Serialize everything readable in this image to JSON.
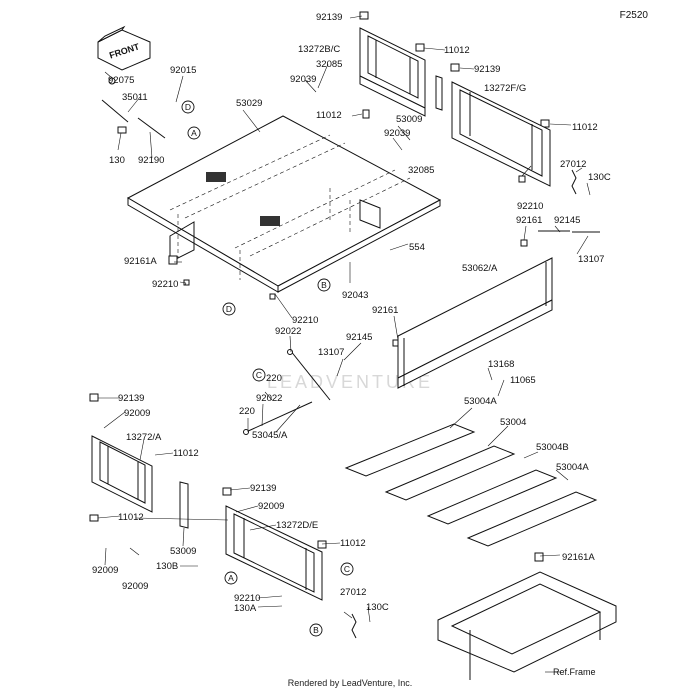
{
  "figure_id": "F2520",
  "front_marker": "FRONT",
  "watermark": "LEADVENTURE",
  "footer": "Rendered by LeadVenture, Inc.",
  "ref_frame": "Ref.Frame",
  "callouts": [
    "A",
    "B",
    "C",
    "D"
  ],
  "parts": {
    "p92075": "92075",
    "p92015": "92015",
    "p35011": "35011",
    "p130a": "130",
    "p92190": "92190",
    "p53029": "53029",
    "p92161A_a": "92161A",
    "p92210_a": "92210",
    "p92210_b": "92210",
    "p554": "554",
    "p92043": "92043",
    "p92139_a": "92139",
    "p13272BC": "13272B/C",
    "p32085_a": "32085",
    "p92039_a": "92039",
    "p11012_a": "11012",
    "p11012_b": "11012",
    "p53009_a": "53009",
    "p92039_b": "92039",
    "p32085_b": "32085",
    "p92139_b": "92139",
    "p13272FG": "13272F/G",
    "p11012_c": "11012",
    "p27012_a": "27012",
    "p130C_a": "130C",
    "p92210_c": "92210",
    "p92161_a": "92161",
    "p92145_a": "92145",
    "p13107_a": "13107",
    "p53062A": "53062/A",
    "p92161_b": "92161",
    "p92145_b": "92145",
    "p13107_b": "13107",
    "p92022_a": "92022",
    "p220_a": "220",
    "p92022_b": "92022",
    "p220_b": "220",
    "p53045A": "53045/A",
    "p13168": "13168",
    "p11065": "11065",
    "p53004A_a": "53004A",
    "p53004": "53004",
    "p53004B": "53004B",
    "p53004A_b": "53004A",
    "p92139_c": "92139",
    "p92009_a": "92009",
    "p13272A": "13272/A",
    "p11012_d": "11012",
    "p11012_e": "11012",
    "p53009_b": "53009",
    "p92009_b": "92009",
    "p92009_c": "92009",
    "p130B": "130B",
    "p92139_d": "92139",
    "p92009_d": "92009",
    "p13272DE": "13272D/E",
    "p11012_f": "11012",
    "p92210_d": "92210",
    "p130A": "130A",
    "p27012_b": "27012",
    "p130C_b": "130C",
    "p92161A_b": "92161A"
  }
}
